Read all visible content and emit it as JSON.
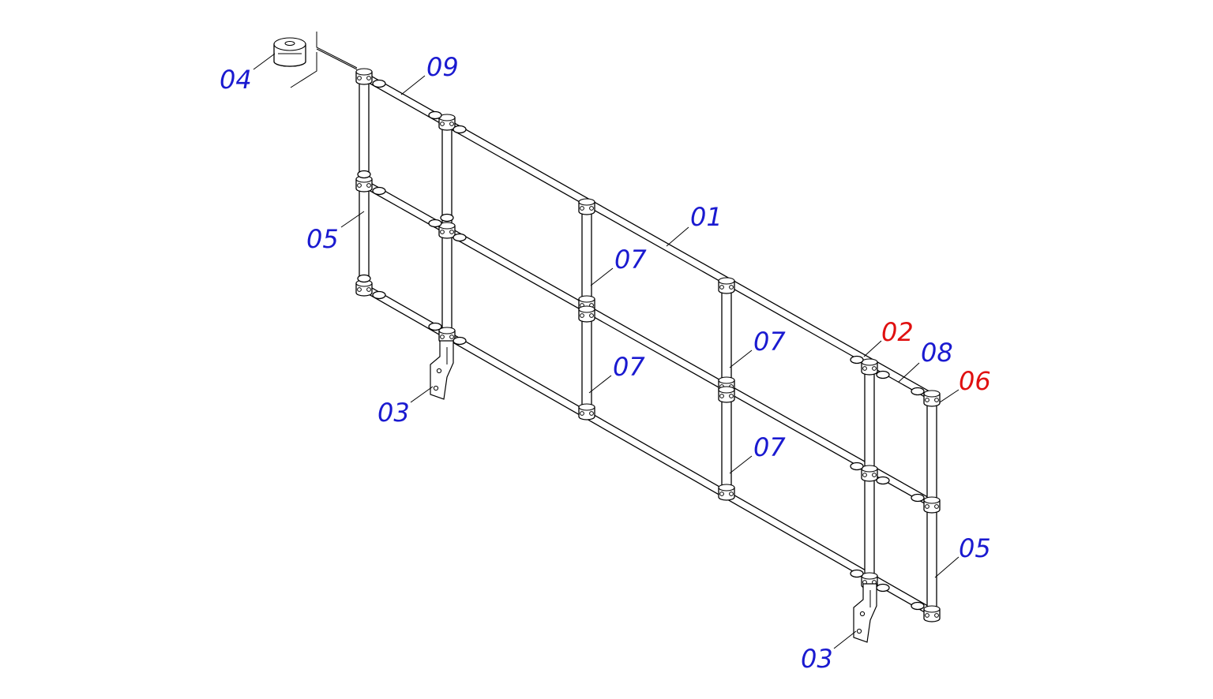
{
  "diagram": {
    "callouts": [
      {
        "id": "04",
        "text": "04",
        "color": "#1a1ad0"
      },
      {
        "id": "09",
        "text": "09",
        "color": "#1a1ad0"
      },
      {
        "id": "05a",
        "text": "05",
        "color": "#1a1ad0"
      },
      {
        "id": "01",
        "text": "01",
        "color": "#1a1ad0"
      },
      {
        "id": "07a",
        "text": "07",
        "color": "#1a1ad0"
      },
      {
        "id": "07b",
        "text": "07",
        "color": "#1a1ad0"
      },
      {
        "id": "07c",
        "text": "07",
        "color": "#1a1ad0"
      },
      {
        "id": "07d",
        "text": "07",
        "color": "#1a1ad0"
      },
      {
        "id": "02",
        "text": "02",
        "color": "#e01010"
      },
      {
        "id": "08",
        "text": "08",
        "color": "#1a1ad0"
      },
      {
        "id": "06",
        "text": "06",
        "color": "#e01010"
      },
      {
        "id": "03a",
        "text": "03",
        "color": "#1a1ad0"
      },
      {
        "id": "03b",
        "text": "03",
        "color": "#1a1ad0"
      },
      {
        "id": "05b",
        "text": "05",
        "color": "#1a1ad0"
      }
    ]
  }
}
